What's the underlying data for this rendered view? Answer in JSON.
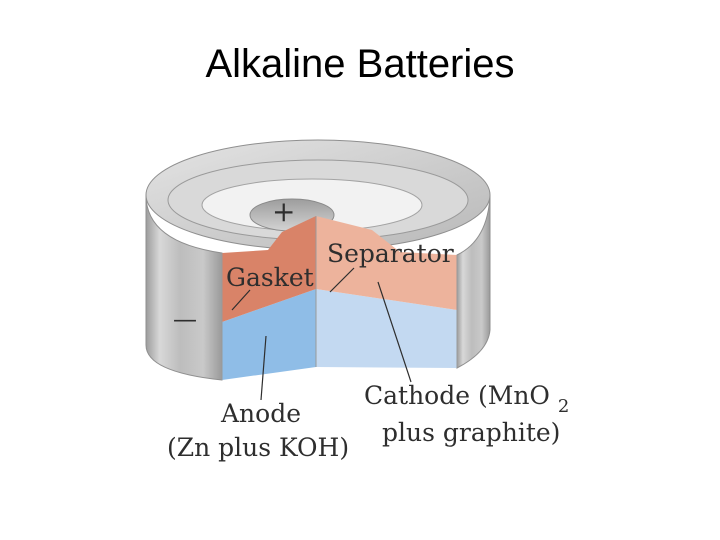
{
  "title": "Alkaline Batteries",
  "labels": {
    "plus": "+",
    "minus": "—",
    "separator": "Separator",
    "gasket": "Gasket",
    "anode_line1": "Anode",
    "anode_line2": "(Zn plus KOH)",
    "cathode_prefix": "Cathode (MnO",
    "cathode_sub": "2",
    "cathode_line2": "plus graphite)"
  },
  "colors": {
    "casing": "#c4c4c4",
    "gasket": "#d98368",
    "separator": "#edb39c",
    "anode": "#8fbde7",
    "cathode": "#c3d9f1"
  }
}
